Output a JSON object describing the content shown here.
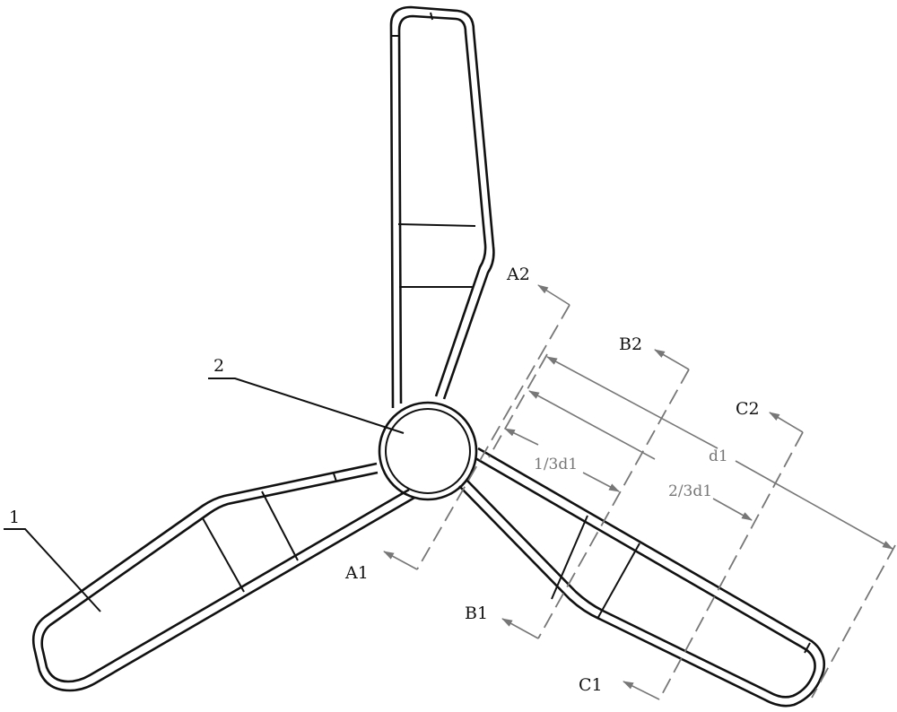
{
  "drawing": {
    "part_labels": {
      "blade": "1",
      "hub": "2"
    },
    "section_labels": {
      "a1": "A1",
      "a2": "A2",
      "b1": "B1",
      "b2": "B2",
      "c1": "C1",
      "c2": "C2"
    },
    "dimensions": {
      "full": "d1",
      "one_third": "1/3d1",
      "two_thirds": "2/3d1"
    },
    "colors": {
      "outline": "#111111",
      "dimension": "#777777"
    }
  }
}
